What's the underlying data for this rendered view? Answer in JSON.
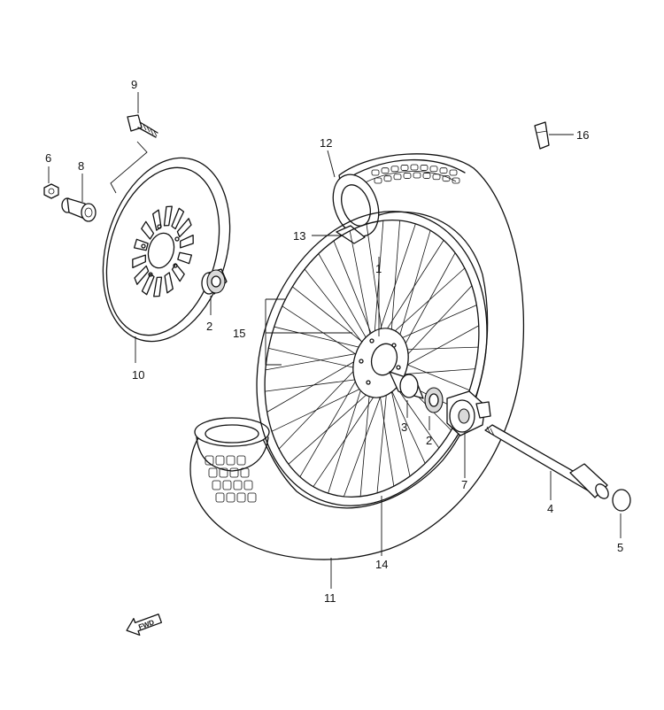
{
  "callouts": [
    {
      "id": "c1",
      "label": "1"
    },
    {
      "id": "c2a",
      "label": "2"
    },
    {
      "id": "c2b",
      "label": "2"
    },
    {
      "id": "c3",
      "label": "3"
    },
    {
      "id": "c4",
      "label": "4"
    },
    {
      "id": "c5",
      "label": "5"
    },
    {
      "id": "c6",
      "label": "6"
    },
    {
      "id": "c7",
      "label": "7"
    },
    {
      "id": "c8",
      "label": "8"
    },
    {
      "id": "c9",
      "label": "9"
    },
    {
      "id": "c10",
      "label": "10"
    },
    {
      "id": "c11",
      "label": "11"
    },
    {
      "id": "c12",
      "label": "12"
    },
    {
      "id": "c13",
      "label": "13"
    },
    {
      "id": "c14",
      "label": "14"
    },
    {
      "id": "c15",
      "label": "15"
    },
    {
      "id": "c16",
      "label": "16"
    }
  ],
  "direction_arrow": {
    "label": "FWD"
  }
}
